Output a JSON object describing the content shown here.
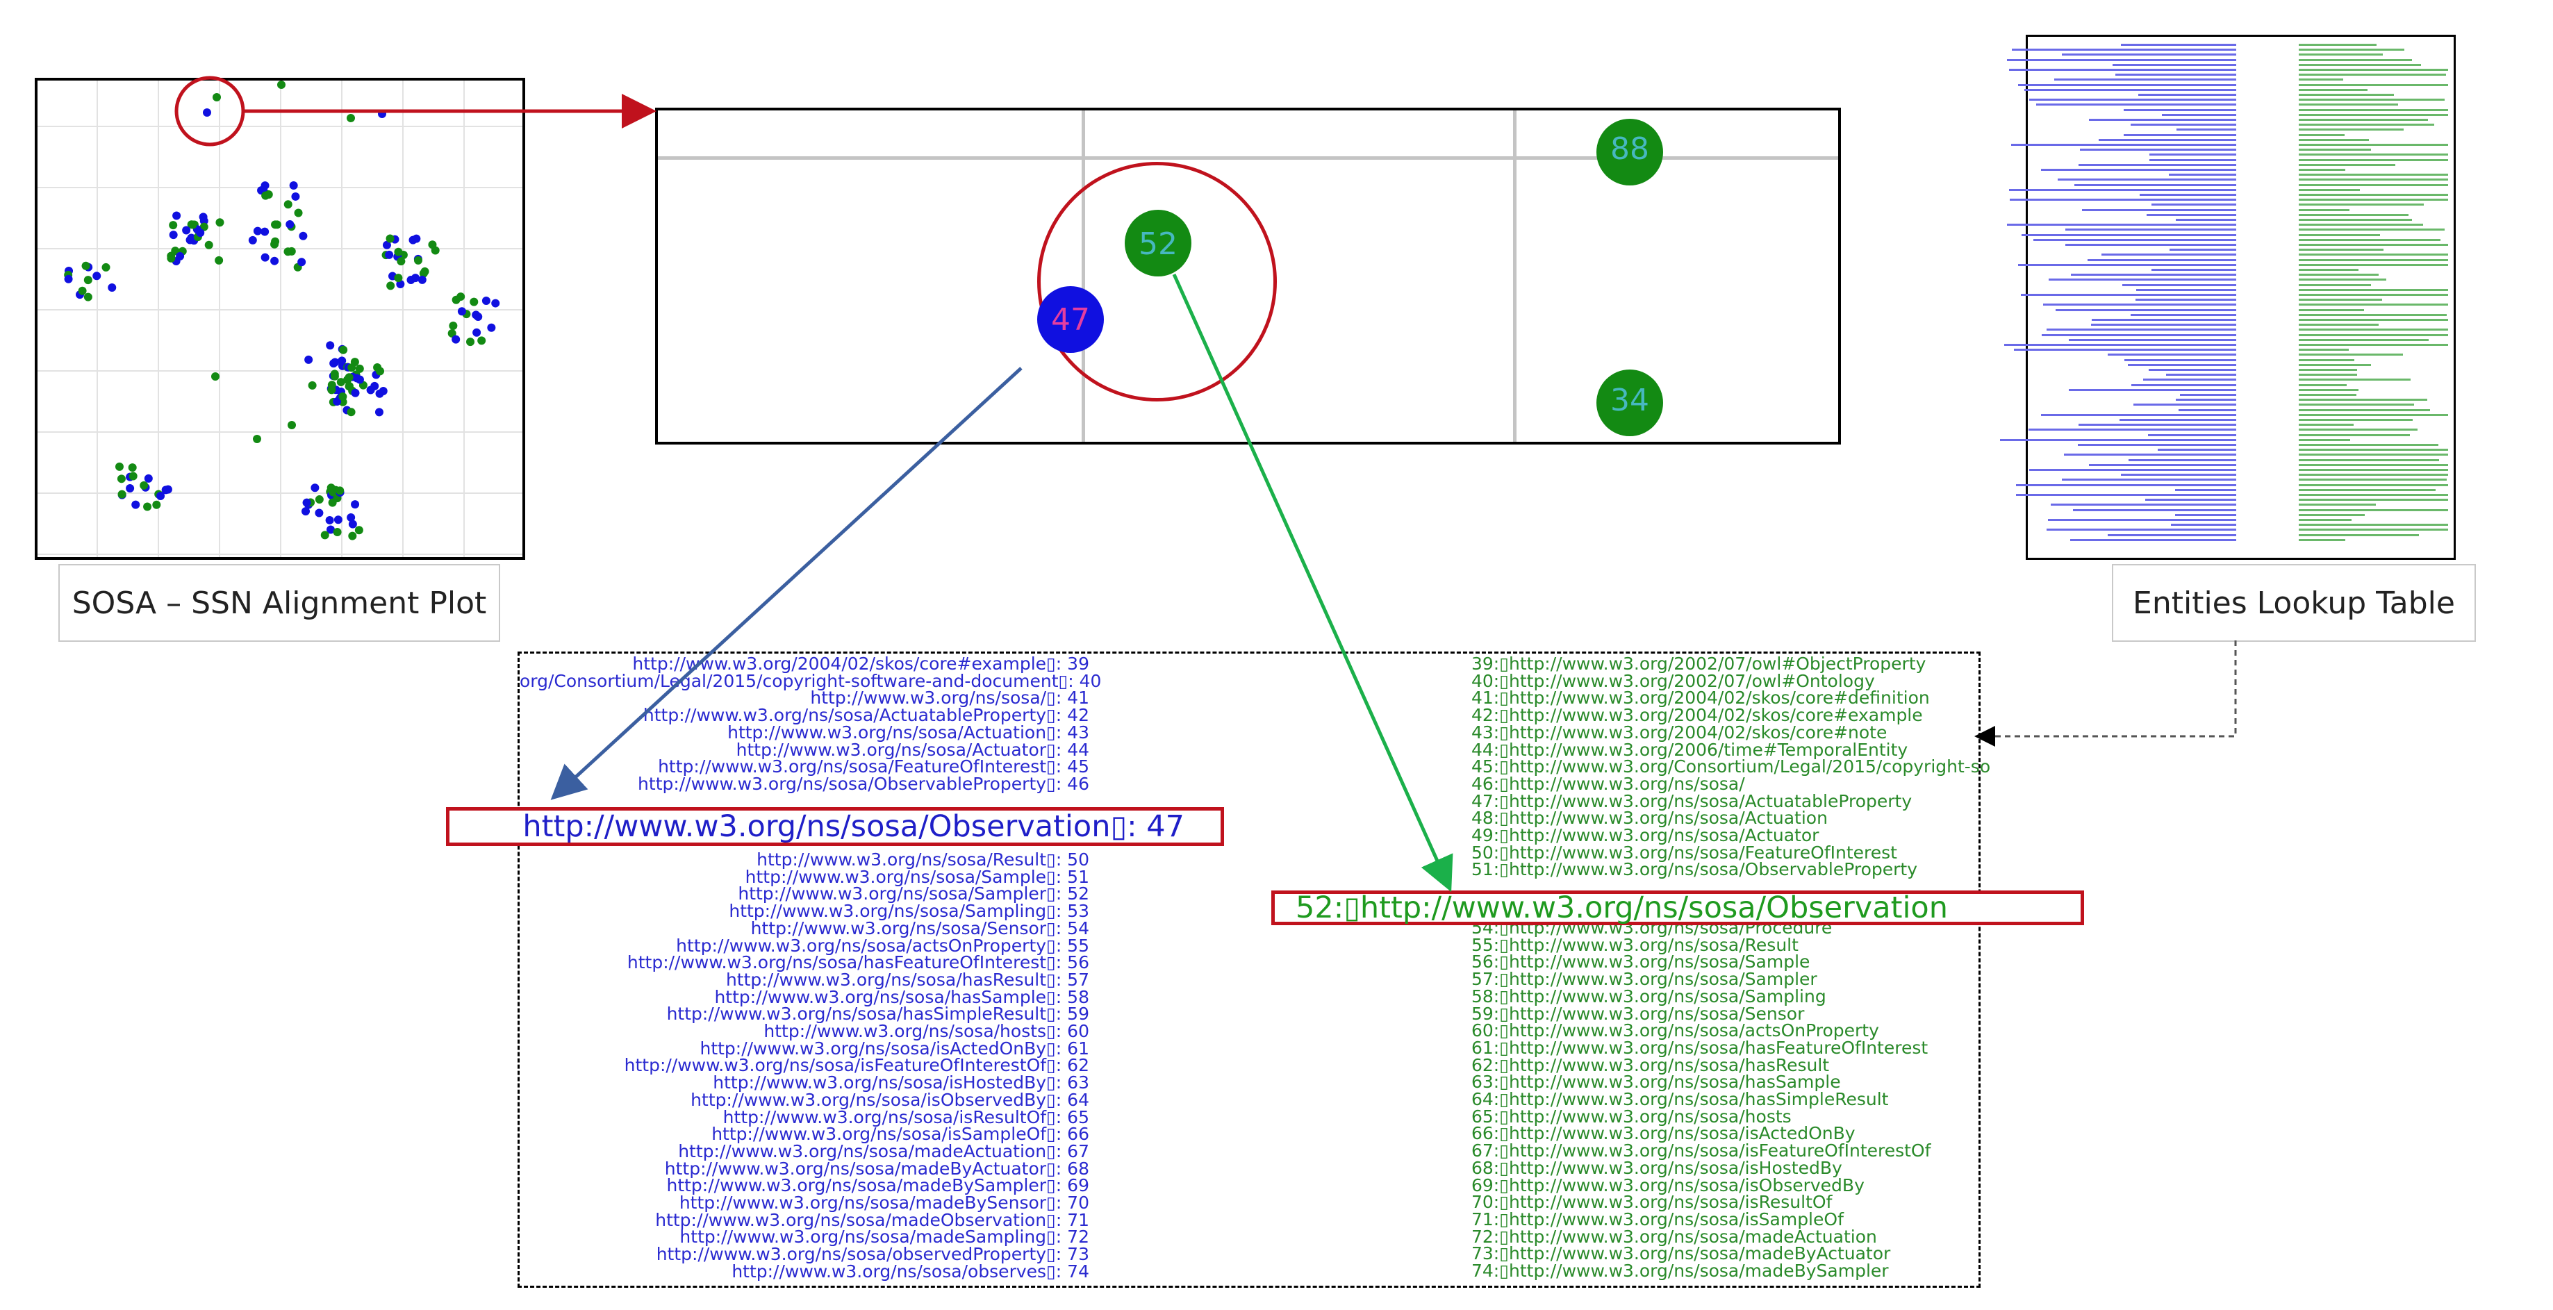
{
  "captions": {
    "plot": "SOSA – SSN Alignment Plot",
    "lookup": "Entities Lookup Table"
  },
  "zoom_labels": {
    "blue_point": "47",
    "green_point_a": "52",
    "green_point_b": "88",
    "green_point_c": "34"
  },
  "colors": {
    "sosa": "#1010e0",
    "ssn": "#138a13",
    "highlight": "#c0121d",
    "connector_blue": "#3b5fa0",
    "connector_green": "#1bb04a"
  },
  "highlights": {
    "left": "http://www.w3.org/ns/sosa/Observation▯: 47",
    "right": "52:▯http://www.w3.org/ns/sosa/Observation"
  },
  "left_rows_top": [
    "http://www.w3.org/2004/02/skos/core#example▯: 39",
    "org/Consortium/Legal/2015/copyright-software-and-document▯: 40",
    "http://www.w3.org/ns/sosa/▯: 41",
    "http://www.w3.org/ns/sosa/ActuatableProperty▯: 42",
    "http://www.w3.org/ns/sosa/Actuation▯: 43",
    "http://www.w3.org/ns/sosa/Actuator▯: 44",
    "http://www.w3.org/ns/sosa/FeatureOfInterest▯: 45",
    "http://www.w3.org/ns/sosa/ObservableProperty▯: 46"
  ],
  "left_rows_bottom": [
    "http://www.w3.org/ns/sosa/Result▯: 50",
    "http://www.w3.org/ns/sosa/Sample▯: 51",
    "http://www.w3.org/ns/sosa/Sampler▯: 52",
    "http://www.w3.org/ns/sosa/Sampling▯: 53",
    "http://www.w3.org/ns/sosa/Sensor▯: 54",
    "http://www.w3.org/ns/sosa/actsOnProperty▯: 55",
    "http://www.w3.org/ns/sosa/hasFeatureOfInterest▯: 56",
    "http://www.w3.org/ns/sosa/hasResult▯: 57",
    "http://www.w3.org/ns/sosa/hasSample▯: 58",
    "http://www.w3.org/ns/sosa/hasSimpleResult▯: 59",
    "http://www.w3.org/ns/sosa/hosts▯: 60",
    "http://www.w3.org/ns/sosa/isActedOnBy▯: 61",
    "http://www.w3.org/ns/sosa/isFeatureOfInterestOf▯: 62",
    "http://www.w3.org/ns/sosa/isHostedBy▯: 63",
    "http://www.w3.org/ns/sosa/isObservedBy▯: 64",
    "http://www.w3.org/ns/sosa/isResultOf▯: 65",
    "http://www.w3.org/ns/sosa/isSampleOf▯: 66",
    "http://www.w3.org/ns/sosa/madeActuation▯: 67",
    "http://www.w3.org/ns/sosa/madeByActuator▯: 68",
    "http://www.w3.org/ns/sosa/madeBySampler▯: 69",
    "http://www.w3.org/ns/sosa/madeBySensor▯: 70",
    "http://www.w3.org/ns/sosa/madeObservation▯: 71",
    "http://www.w3.org/ns/sosa/madeSampling▯: 72",
    "http://www.w3.org/ns/sosa/observedProperty▯: 73",
    "http://www.w3.org/ns/sosa/observes▯: 74"
  ],
  "right_rows_top": [
    "39:▯http://www.w3.org/2002/07/owl#ObjectProperty",
    "40:▯http://www.w3.org/2002/07/owl#Ontology",
    "41:▯http://www.w3.org/2004/02/skos/core#definition",
    "42:▯http://www.w3.org/2004/02/skos/core#example",
    "43:▯http://www.w3.org/2004/02/skos/core#note",
    "44:▯http://www.w3.org/2006/time#TemporalEntity",
    "45:▯http://www.w3.org/Consortium/Legal/2015/copyright-so",
    "46:▯http://www.w3.org/ns/sosa/",
    "47:▯http://www.w3.org/ns/sosa/ActuatableProperty",
    "48:▯http://www.w3.org/ns/sosa/Actuation",
    "49:▯http://www.w3.org/ns/sosa/Actuator",
    "50:▯http://www.w3.org/ns/sosa/FeatureOfInterest",
    "51:▯http://www.w3.org/ns/sosa/ObservableProperty"
  ],
  "right_rows_bottom": [
    "54:▯http://www.w3.org/ns/sosa/Procedure",
    "55:▯http://www.w3.org/ns/sosa/Result",
    "56:▯http://www.w3.org/ns/sosa/Sample",
    "57:▯http://www.w3.org/ns/sosa/Sampler",
    "58:▯http://www.w3.org/ns/sosa/Sampling",
    "59:▯http://www.w3.org/ns/sosa/Sensor",
    "60:▯http://www.w3.org/ns/sosa/actsOnProperty",
    "61:▯http://www.w3.org/ns/sosa/hasFeatureOfInterest",
    "62:▯http://www.w3.org/ns/sosa/hasResult",
    "63:▯http://www.w3.org/ns/sosa/hasSample",
    "64:▯http://www.w3.org/ns/sosa/hasSimpleResult",
    "65:▯http://www.w3.org/ns/sosa/hosts",
    "66:▯http://www.w3.org/ns/sosa/isActedOnBy",
    "67:▯http://www.w3.org/ns/sosa/isFeatureOfInterestOf",
    "68:▯http://www.w3.org/ns/sosa/isHostedBy",
    "69:▯http://www.w3.org/ns/sosa/isObservedBy",
    "70:▯http://www.w3.org/ns/sosa/isResultOf",
    "71:▯http://www.w3.org/ns/sosa/isSampleOf",
    "72:▯http://www.w3.org/ns/sosa/madeActuation",
    "73:▯http://www.w3.org/ns/sosa/madeByActuator",
    "74:▯http://www.w3.org/ns/sosa/madeBySampler"
  ]
}
